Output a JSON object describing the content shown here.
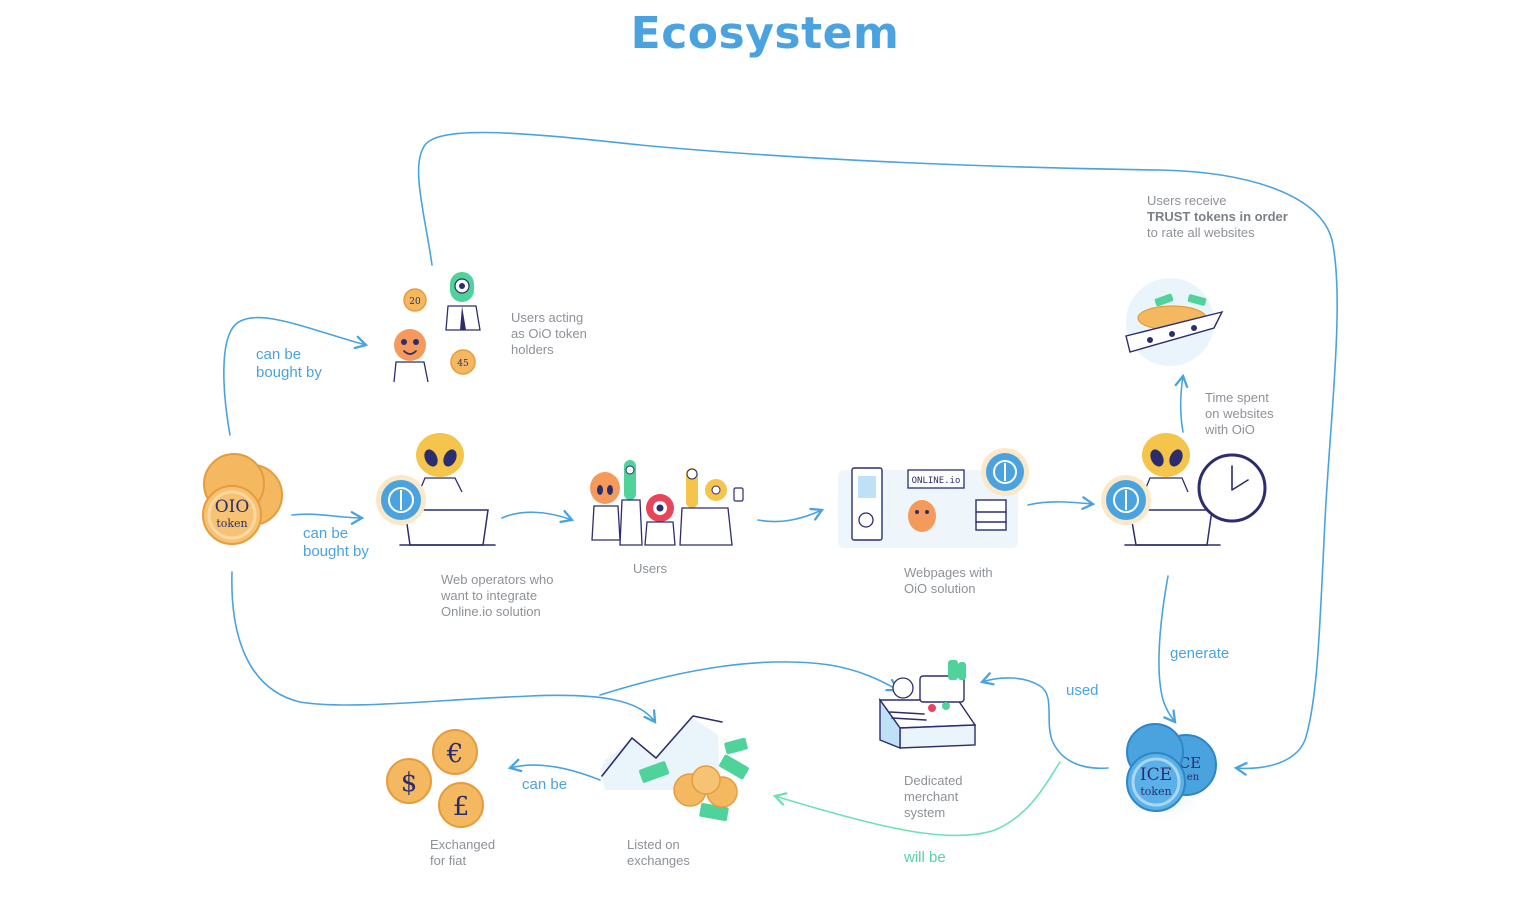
{
  "title": "Ecosystem",
  "nodes": {
    "holders": {
      "lines": [
        "Users acting",
        "as OiO token",
        "holders"
      ]
    },
    "web_operators": {
      "lines": [
        "Web operators who",
        "want to integrate",
        "Online.io solution"
      ]
    },
    "users": {
      "lines": [
        "Users"
      ]
    },
    "webpages": {
      "lines": [
        "Webpages with",
        "OiO solution"
      ]
    },
    "time_spent": {
      "lines": [
        "Time spent",
        "on websites",
        "with OiO"
      ]
    },
    "trust": {
      "line1": "Users receive",
      "bold": "TRUST tokens in order",
      "line3": "to rate all websites"
    },
    "merchant": {
      "lines": [
        "Dedicated",
        "merchant",
        "system"
      ]
    },
    "exchanges": {
      "lines": [
        "Listed on",
        "exchanges"
      ]
    },
    "fiat": {
      "lines": [
        "Exchanged",
        "for fiat"
      ]
    }
  },
  "edges": {
    "bought_by_top": [
      "can be",
      "bought by"
    ],
    "bought_by_mid": [
      "can be",
      "bought by"
    ],
    "generate": "generate",
    "used": "used",
    "will_be": "will be",
    "can_be": "can be"
  },
  "coins": {
    "oio": {
      "text": "OIO",
      "sub": "token"
    },
    "ice": {
      "text": "ICE",
      "sub": "token",
      "behind": "CE",
      "behind_sub": "en"
    },
    "holder_coin_1": "20",
    "holder_coin_2": "45",
    "currencies": [
      "€",
      "$",
      "£"
    ],
    "screen_brand": "ONLINE.io"
  },
  "colors": {
    "accent": "#4aa3df",
    "green": "#55d3a0",
    "ink": "#2b2d6e",
    "coin": "#f4b860",
    "alien": "#f5c44a",
    "label": "#8d9199"
  }
}
